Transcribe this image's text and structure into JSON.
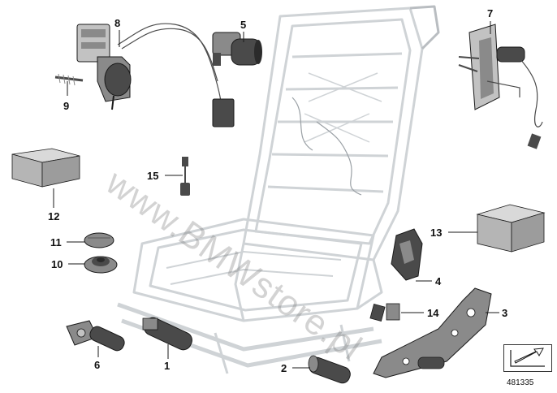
{
  "callouts": [
    {
      "id": "label-1",
      "text": "1"
    },
    {
      "id": "label-2",
      "text": "2"
    },
    {
      "id": "label-3",
      "text": "3"
    },
    {
      "id": "label-4",
      "text": "4"
    },
    {
      "id": "label-5",
      "text": "5"
    },
    {
      "id": "label-6",
      "text": "6"
    },
    {
      "id": "label-7",
      "text": "7"
    },
    {
      "id": "label-8",
      "text": "8"
    },
    {
      "id": "label-9",
      "text": "9"
    },
    {
      "id": "label-10",
      "text": "10"
    },
    {
      "id": "label-11",
      "text": "11"
    },
    {
      "id": "label-12",
      "text": "12"
    },
    {
      "id": "label-13",
      "text": "13"
    },
    {
      "id": "label-14",
      "text": "14"
    },
    {
      "id": "label-15",
      "text": "15"
    }
  ],
  "watermark": "www.BMWstore.pl",
  "diagram_number": "481335",
  "colors": {
    "line": "#1a1a1a",
    "frame": "#cfd3d6",
    "part_dark": "#4a4a4a",
    "part_mid": "#8a8a8a",
    "part_light": "#c2c2c2",
    "box_top": "#d9d9d9",
    "box_side": "#9c9c9c"
  }
}
